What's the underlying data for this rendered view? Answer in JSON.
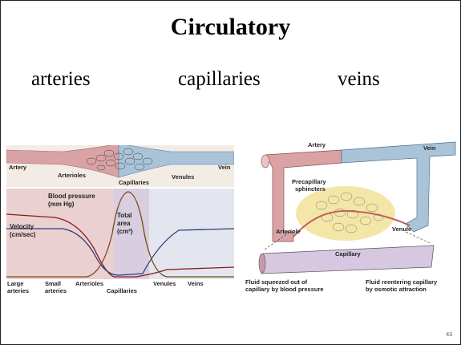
{
  "slide": {
    "title": "Circulatory",
    "terms": [
      "arteries",
      "capillaries",
      "veins"
    ],
    "page_number": "43"
  },
  "left_figure": {
    "vessel_labels": {
      "artery": "Artery",
      "arterioles": "Arterioles",
      "capillaries": "Capillaries",
      "venules": "Venules",
      "vein": "Vein"
    },
    "graph_labels": {
      "blood_pressure": [
        "Blood pressure",
        "(mm Hg)"
      ],
      "velocity": [
        "Velocity",
        "(cm/sec)"
      ],
      "total_area": [
        "Total",
        "area",
        "(cm²)"
      ]
    },
    "x_labels": {
      "large_arteries": [
        "Large",
        "arteries"
      ],
      "small_arteries": [
        "Small",
        "arteries"
      ],
      "arterioles": "Arterioles",
      "capillaries": "Capillaries",
      "venules": "Venules",
      "veins": "Veins"
    }
  },
  "right_figure": {
    "labels": {
      "artery": "Artery",
      "vein": "Vein",
      "precapillary_sphincters": [
        "Precapillary",
        "sphincters"
      ],
      "arteriole": "Arteriole",
      "venule": "Venule",
      "capillary": "Capillary",
      "fluid_out": [
        "Fluid squeezed out of",
        "capillary by blood pressure"
      ],
      "fluid_in": [
        "Fluid reentering capillary",
        "by osmotic attraction"
      ]
    }
  },
  "colors": {
    "artery": "#d9a3a6",
    "vein": "#a9c4d9",
    "velocity_band": "#ead0d0",
    "area_band": "#d9cde0"
  }
}
